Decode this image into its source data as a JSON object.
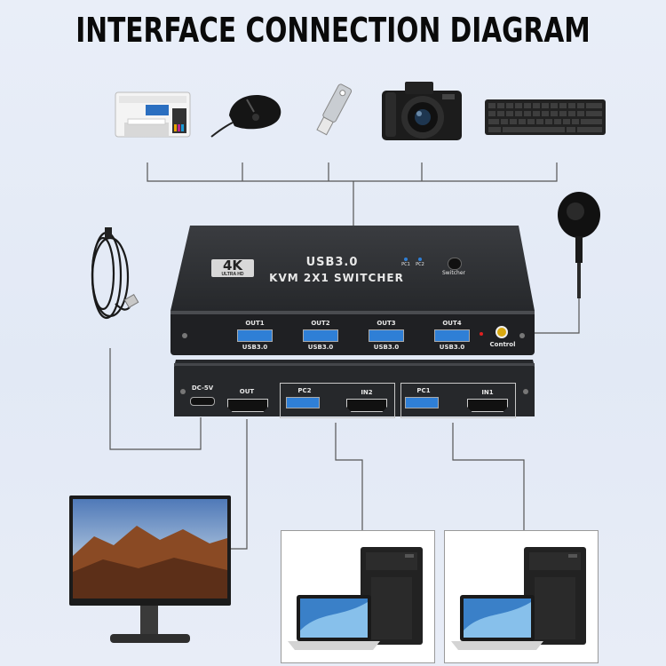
{
  "title": "INTERFACE CONNECTION DIAGRAM",
  "badge": {
    "main": "4K",
    "sub": "ULTRA HD"
  },
  "device": {
    "line1": "USB3.0",
    "line2": "KVM 2X1 SWITCHER",
    "pc1": "PC1",
    "pc2": "PC2",
    "switcher": "Switcher",
    "control": "Control"
  },
  "front_ports": [
    {
      "name": "OUT1",
      "sub": "USB3.0"
    },
    {
      "name": "OUT2",
      "sub": "USB3.0"
    },
    {
      "name": "OUT3",
      "sub": "USB3.0"
    },
    {
      "name": "OUT4",
      "sub": "USB3.0"
    }
  ],
  "rear_ports": {
    "dc": "DC-5V",
    "out": "OUT",
    "pc2": "PC2",
    "in2": "IN2",
    "pc1": "PC1",
    "in1": "IN1"
  },
  "peripherals": [
    "printer-icon",
    "mouse-icon",
    "usb-drive-icon",
    "camera-icon",
    "keyboard-icon"
  ],
  "colors": {
    "device": "#2a2c30",
    "usb_port": "#2f7fd6",
    "line": "#555555"
  }
}
